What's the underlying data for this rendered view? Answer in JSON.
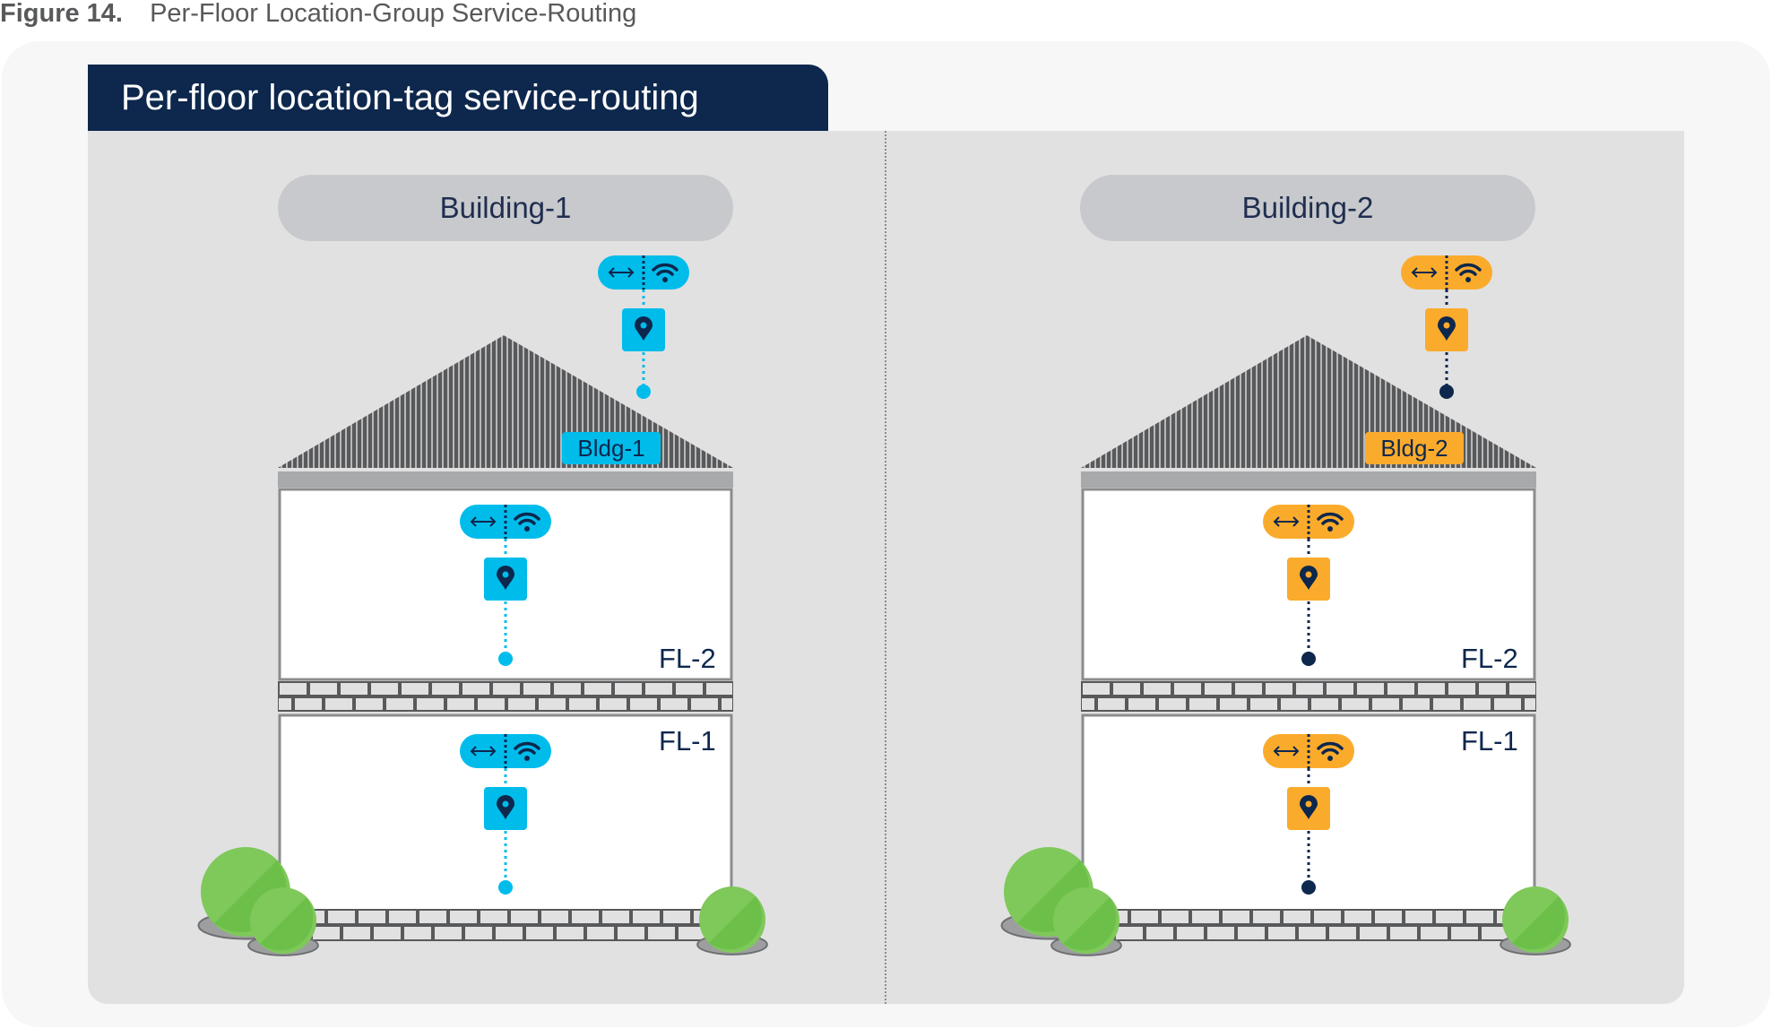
{
  "caption": {
    "figure": "Figure 14.",
    "title": "Per-Floor Location-Group Service-Routing"
  },
  "banner": {
    "title": "Per-floor location-tag service-routing"
  },
  "buildings": [
    {
      "name": "Building-1",
      "tag": "Bldg-1",
      "accent": "#00bceb",
      "dot_color": "#00bceb",
      "floors": [
        "FL-2",
        "FL-1"
      ],
      "icons": [
        "bidirectional-arrow-icon",
        "wifi-icon",
        "location-pin-icon"
      ]
    },
    {
      "name": "Building-2",
      "tag": "Bldg-2",
      "accent": "#fbab2c",
      "dot_color": "#0d274d",
      "floors": [
        "FL-2",
        "FL-1"
      ],
      "icons": [
        "bidirectional-arrow-icon",
        "wifi-icon",
        "location-pin-icon"
      ]
    }
  ],
  "colors": {
    "navy": "#0d274d",
    "panel": "#e1e1e2",
    "bush": "#6cc04a"
  }
}
